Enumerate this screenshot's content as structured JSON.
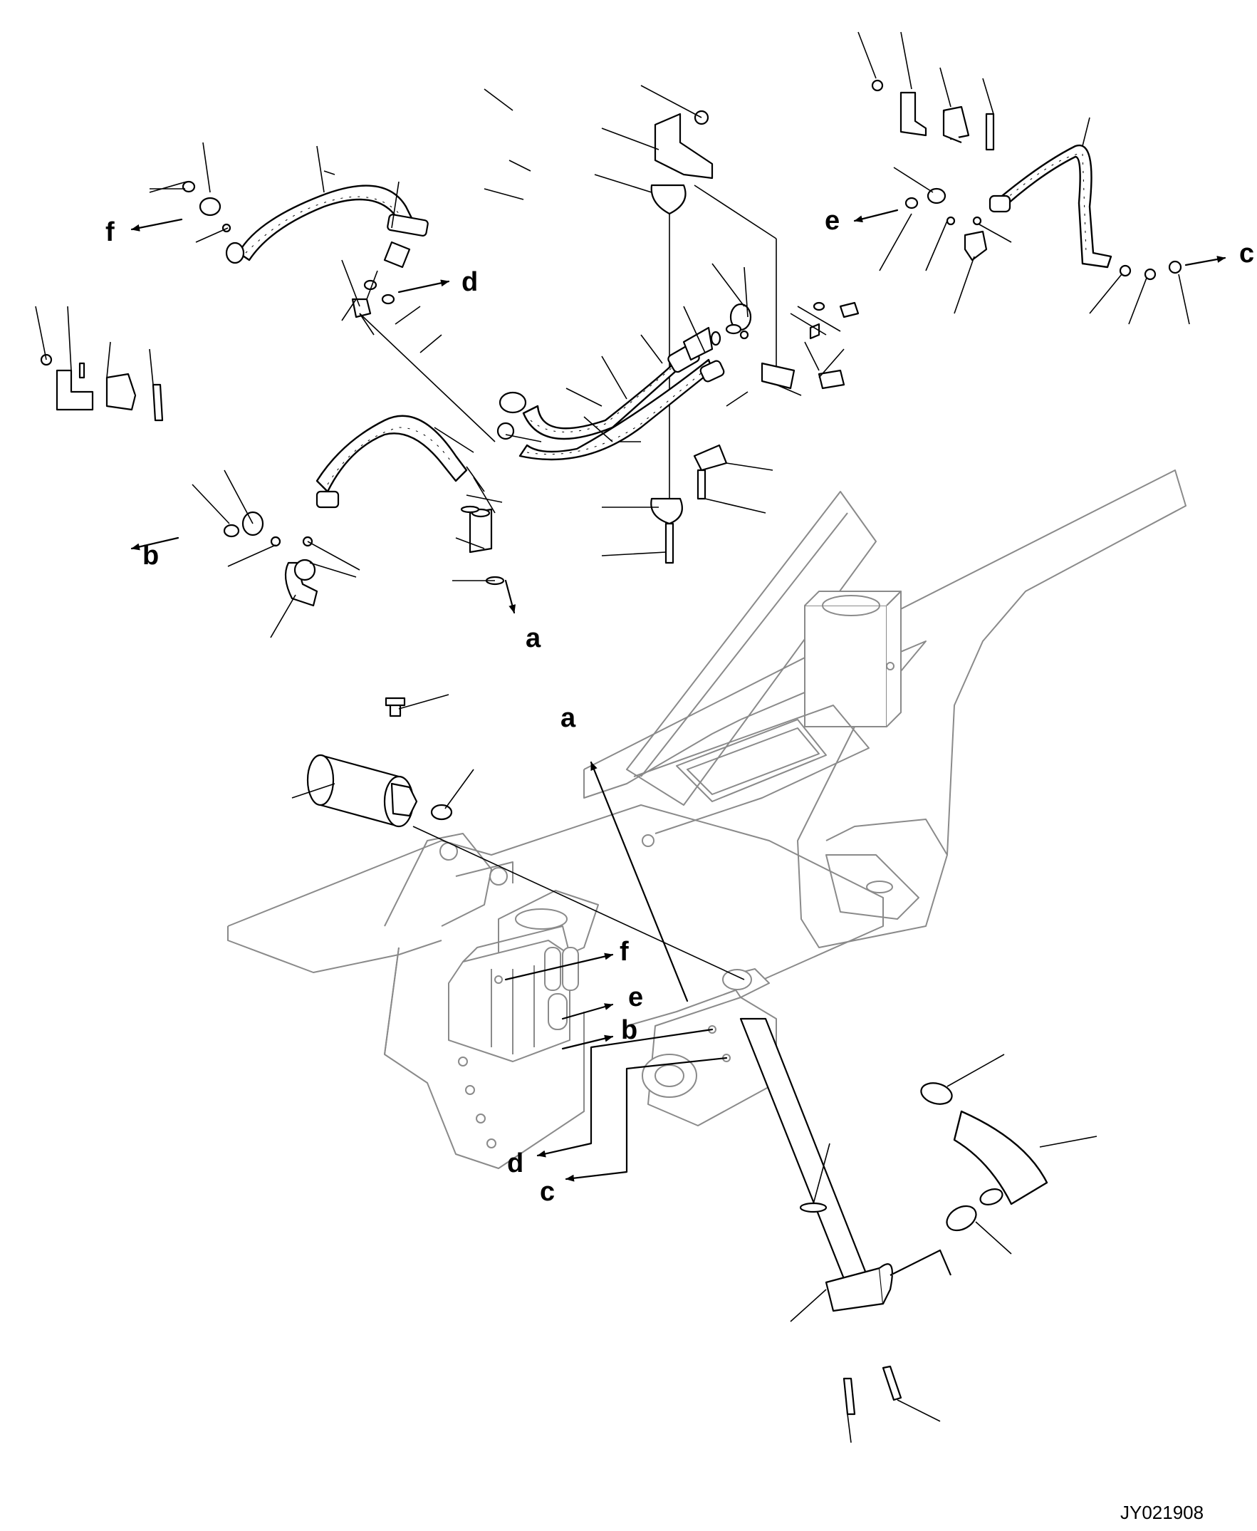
{
  "drawing_code": "JY021908",
  "connection_labels": {
    "a": "a",
    "b": "b",
    "c": "c",
    "d": "d",
    "e": "e",
    "f": "f"
  }
}
